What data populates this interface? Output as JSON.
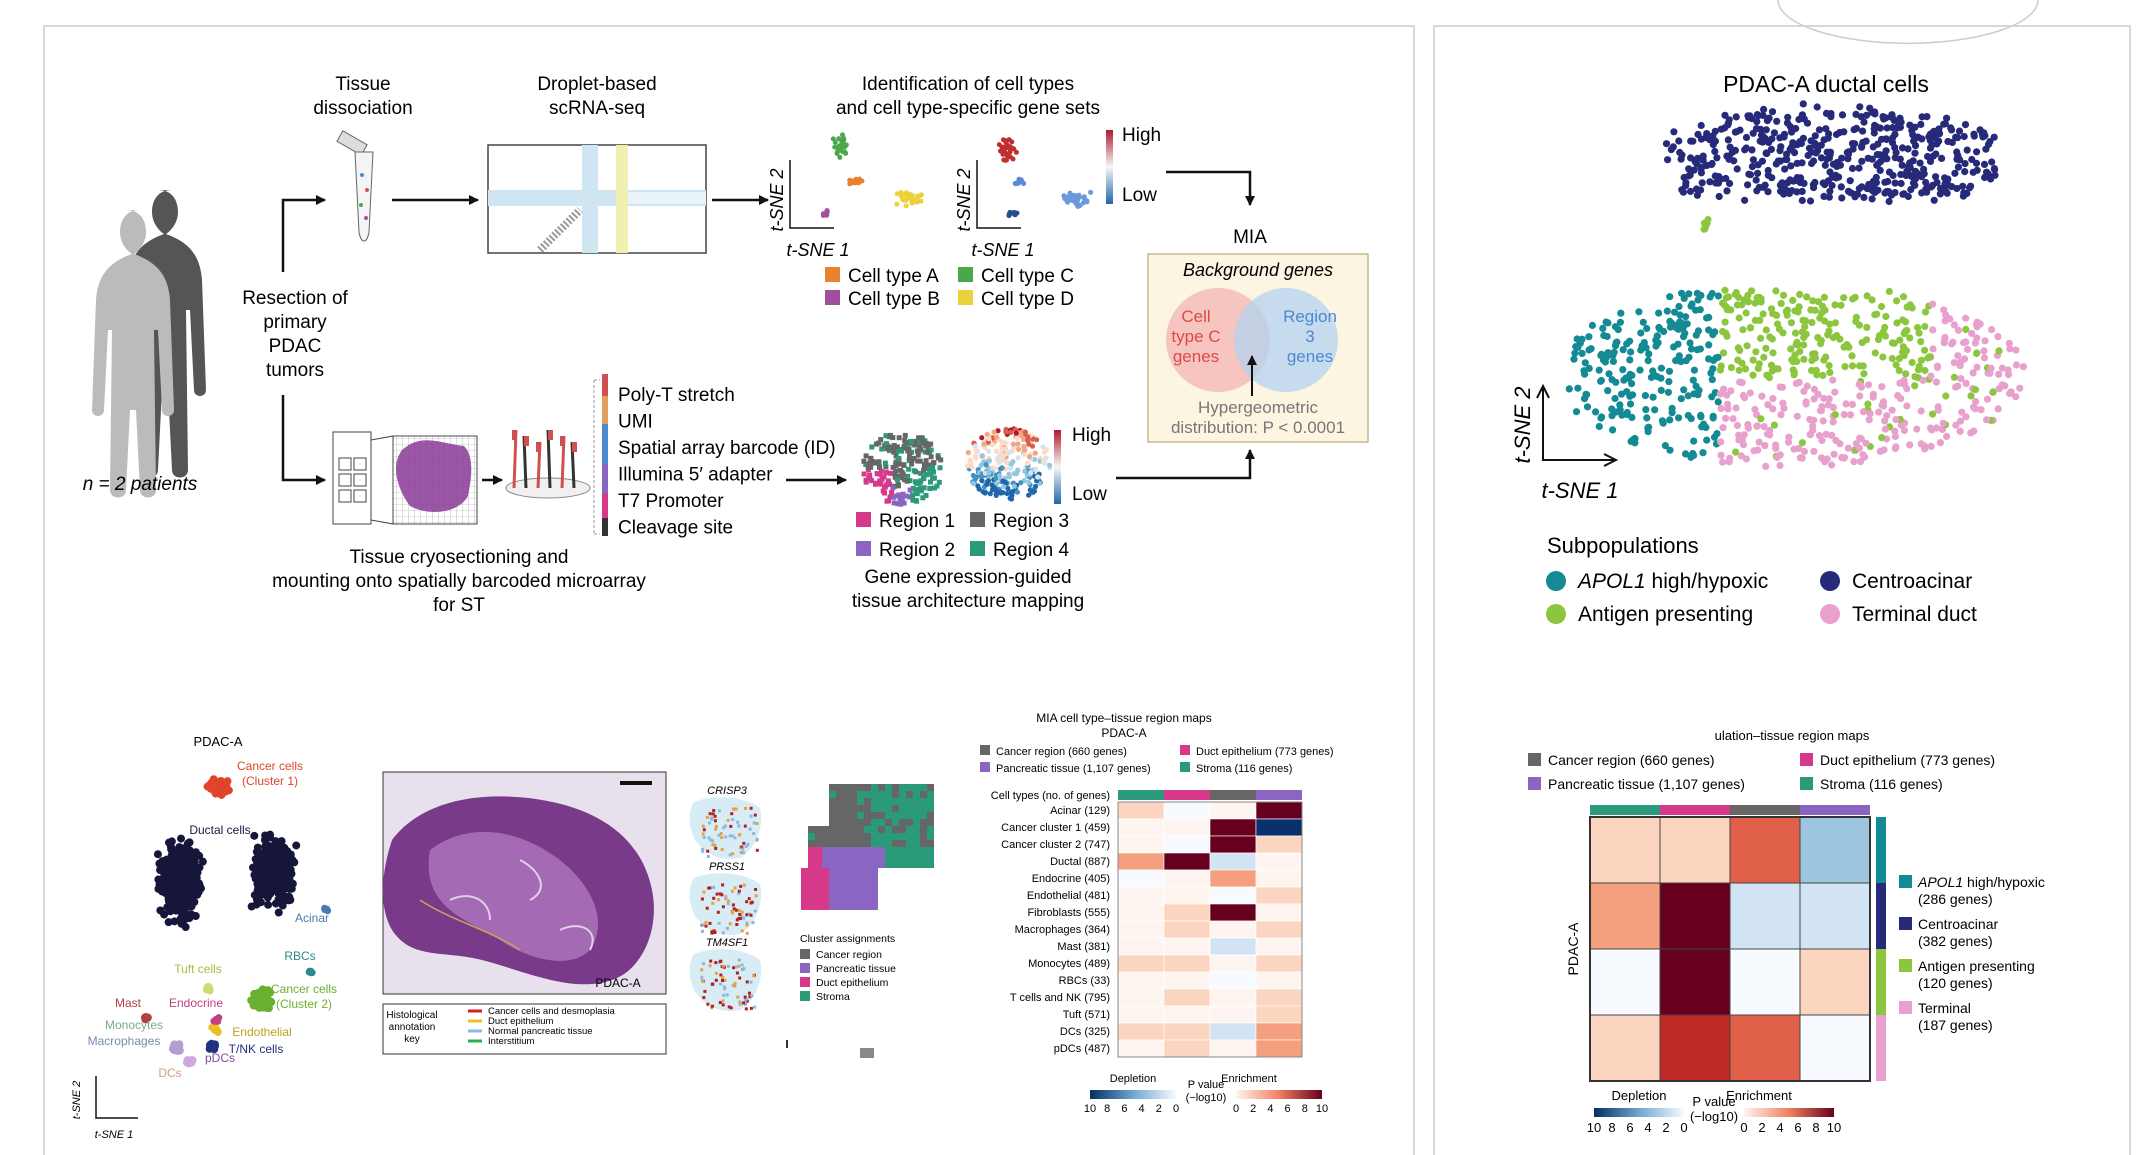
{
  "workflow": {
    "tissue_dissociation": "Tissue\ndissociation",
    "droplet": "Droplet-based\nscRNA-seq",
    "ident": "Identification of cell types\nand cell type-specific gene sets",
    "resection": "Resection of\nprimary\nPDAC\ntumors",
    "patients": "n = 2 patients",
    "cryo": "Tissue cryosectioning and\nmounting onto spatially barcoded microarray\nfor ST",
    "tsne1": "t-SNE 1",
    "tsne2": "t-SNE 2",
    "high": "High",
    "low": "Low",
    "mia": "MIA",
    "background_genes": "Background genes",
    "cell_type_c": "Cell\ntype C\ngenes",
    "region3": "Region\n3\ngenes",
    "hypergeo": "Hypergeometric\ndistribution: P < 0.0001",
    "cell_types": [
      "Cell type A",
      "Cell type C",
      "Cell type B",
      "Cell type D"
    ],
    "cell_type_colors": [
      "#e8822e",
      "#4aa84a",
      "#a0509a",
      "#ecd23a"
    ],
    "barcode_parts": [
      "Poly-T stretch",
      "UMI",
      "Spatial array barcode (ID)",
      "Illumina 5′ adapter",
      "T7 Promoter",
      "Cleavage site"
    ],
    "regions": [
      "Region 1",
      "Region 3",
      "Region 2",
      "Region 4"
    ],
    "region_colors": [
      "#d6388a",
      "#666666",
      "#8a66c2",
      "#2a9a7a"
    ],
    "gene_expr": "Gene expression-guided\ntissue architecture mapping"
  },
  "tsne_panel": {
    "pdac_label": "PDAC-A",
    "cancer1": "Cancer cells\n(Cluster 1)",
    "ductal": "Ductal cells",
    "acinar": "Acinar",
    "rbcs": "RBCs",
    "tuft": "Tuft cells",
    "cancer2": "Cancer cells\n(Cluster 2)",
    "mast": "Mast",
    "endocrine": "Endocrine",
    "monocytes": "Monocytes",
    "macrophages": "Macrophages",
    "endothelial": "Endothelial",
    "tnk": "T/NK cells",
    "dcs": "DCs",
    "pdcs": "pDCs",
    "tsne1": "t-SNE 1",
    "tsne2": "t-SNE 2"
  },
  "histology": {
    "label": "PDAC-A",
    "key_title": "Histological\nannotation\nkey",
    "key_items": [
      "Cancer cells and desmoplasia",
      "Duct epithelium",
      "Normal pancreatic tissue",
      "Interstitium"
    ],
    "key_colors": [
      "#d62020",
      "#e8c020",
      "#8ab8e8",
      "#2ab04a"
    ]
  },
  "genes": [
    "CRISP3",
    "PRSS1",
    "TM4SF1"
  ],
  "clusters": {
    "title": "Cluster assignments",
    "items": [
      "Cancer region",
      "Pancreatic tissue",
      "Duct epithelium",
      "Stroma"
    ],
    "colors": [
      "#666666",
      "#8a66c2",
      "#d6388a",
      "#2a9a7a"
    ]
  },
  "heatmap1": {
    "title": "MIA cell type–tissue region maps",
    "subtitle": "PDAC-A",
    "legend": [
      "Cancer region (660 genes)",
      "Duct epithelium (773 genes)",
      "Pancreatic tissue (1,107 genes)",
      "Stroma (116 genes)"
    ],
    "legend_colors": [
      "#666666",
      "#d6388a",
      "#8a66c2",
      "#2a9a7a"
    ],
    "col_colors": [
      "#2a9a7a",
      "#d6388a",
      "#666666",
      "#8a66c2"
    ],
    "row_header": "Cell types (no. of genes)",
    "rows": [
      "Acinar (129)",
      "Cancer cluster 1 (459)",
      "Cancer cluster 2 (747)",
      "Ductal (887)",
      "Endocrine (405)",
      "Endothelial (481)",
      "Fibroblasts (555)",
      "Macrophages (364)",
      "Mast (381)",
      "Monocytes (489)",
      "RBCs (33)",
      "T cells and NK (795)",
      "Tuft (571)",
      "DCs (325)",
      "pDCs (487)"
    ],
    "values": [
      [
        1.0,
        -0.5,
        0.5,
        9.5
      ],
      [
        0.3,
        0.4,
        10,
        -9.0
      ],
      [
        0.2,
        -0.4,
        9.5,
        1.5
      ],
      [
        3.5,
        10,
        -2.5,
        0.5
      ],
      [
        -0.3,
        0.3,
        3.0,
        0.2
      ],
      [
        0.4,
        0.9,
        -0.8,
        2.5
      ],
      [
        0.3,
        1.2,
        9.5,
        0.8
      ],
      [
        0.5,
        2.5,
        0.3,
        1.8
      ],
      [
        0.1,
        0.5,
        -1.5,
        0.2
      ],
      [
        1.2,
        2.8,
        0.4,
        1.5
      ],
      [
        0.2,
        0.3,
        -0.5,
        0.5
      ],
      [
        0.3,
        1.5,
        0.5,
        2.0
      ],
      [
        0.2,
        0.4,
        0.3,
        2.8
      ],
      [
        1.0,
        2.0,
        -2.0,
        3.0
      ],
      [
        0.3,
        1.0,
        0.5,
        3.5
      ]
    ],
    "depletion": "Depletion",
    "enrichment": "Enrichment",
    "pvalue": "P value\n(−log10)",
    "ticks_dep": [
      "10",
      "8",
      "6",
      "4",
      "2",
      "0"
    ],
    "ticks_enr": [
      "0",
      "2",
      "4",
      "6",
      "8",
      "10"
    ]
  },
  "subpop": {
    "title": "PDAC-A ductal cells",
    "tsne1": "t-SNE 1",
    "tsne2": "t-SNE 2",
    "subpop_title": "Subpopulations",
    "items": [
      "APOL1 high/hypoxic",
      "Centroacinar",
      "Antigen presenting",
      "Terminal duct"
    ],
    "colors": [
      "#138a94",
      "#262a78",
      "#8cc63e",
      "#e8a0cc"
    ]
  },
  "heatmap2": {
    "title": "ulation–tissue region maps",
    "legend": [
      "Cancer region (660 genes)",
      "Duct epithelium (773 genes)",
      "Pancreatic tissue (1,107 genes)",
      "Stroma (116 genes)"
    ],
    "legend_colors": [
      "#666666",
      "#d6388a",
      "#8a66c2",
      "#2a9a7a"
    ],
    "col_colors": [
      "#2a9a7a",
      "#d6388a",
      "#666666",
      "#8a66c2"
    ],
    "row_label": "PDAC-A",
    "values": [
      [
        2.5,
        2.5,
        6.0,
        -3.5
      ],
      [
        3.0,
        10,
        -1.5,
        -1.0
      ],
      [
        -0.5,
        10,
        -0.5,
        1.0
      ],
      [
        1.0,
        7.0,
        5.5,
        -0.7
      ]
    ],
    "row_colors": [
      "#138a94",
      "#262a78",
      "#8cc63e",
      "#e8a0cc"
    ],
    "row_labels": [
      "APOL1 high/hypoxic\n(286 genes)",
      "Centroacinar\n(382 genes)",
      "Antigen presenting\n(120 genes)",
      "Terminal\n(187 genes)"
    ],
    "depletion": "Depletion",
    "enrichment": "Enrichment",
    "pvalue": "P value\n(−log10)",
    "ticks_dep": [
      "10",
      "8",
      "6",
      "4",
      "2",
      "0"
    ],
    "ticks_enr": [
      "0",
      "2",
      "4",
      "6",
      "8",
      "10"
    ]
  }
}
